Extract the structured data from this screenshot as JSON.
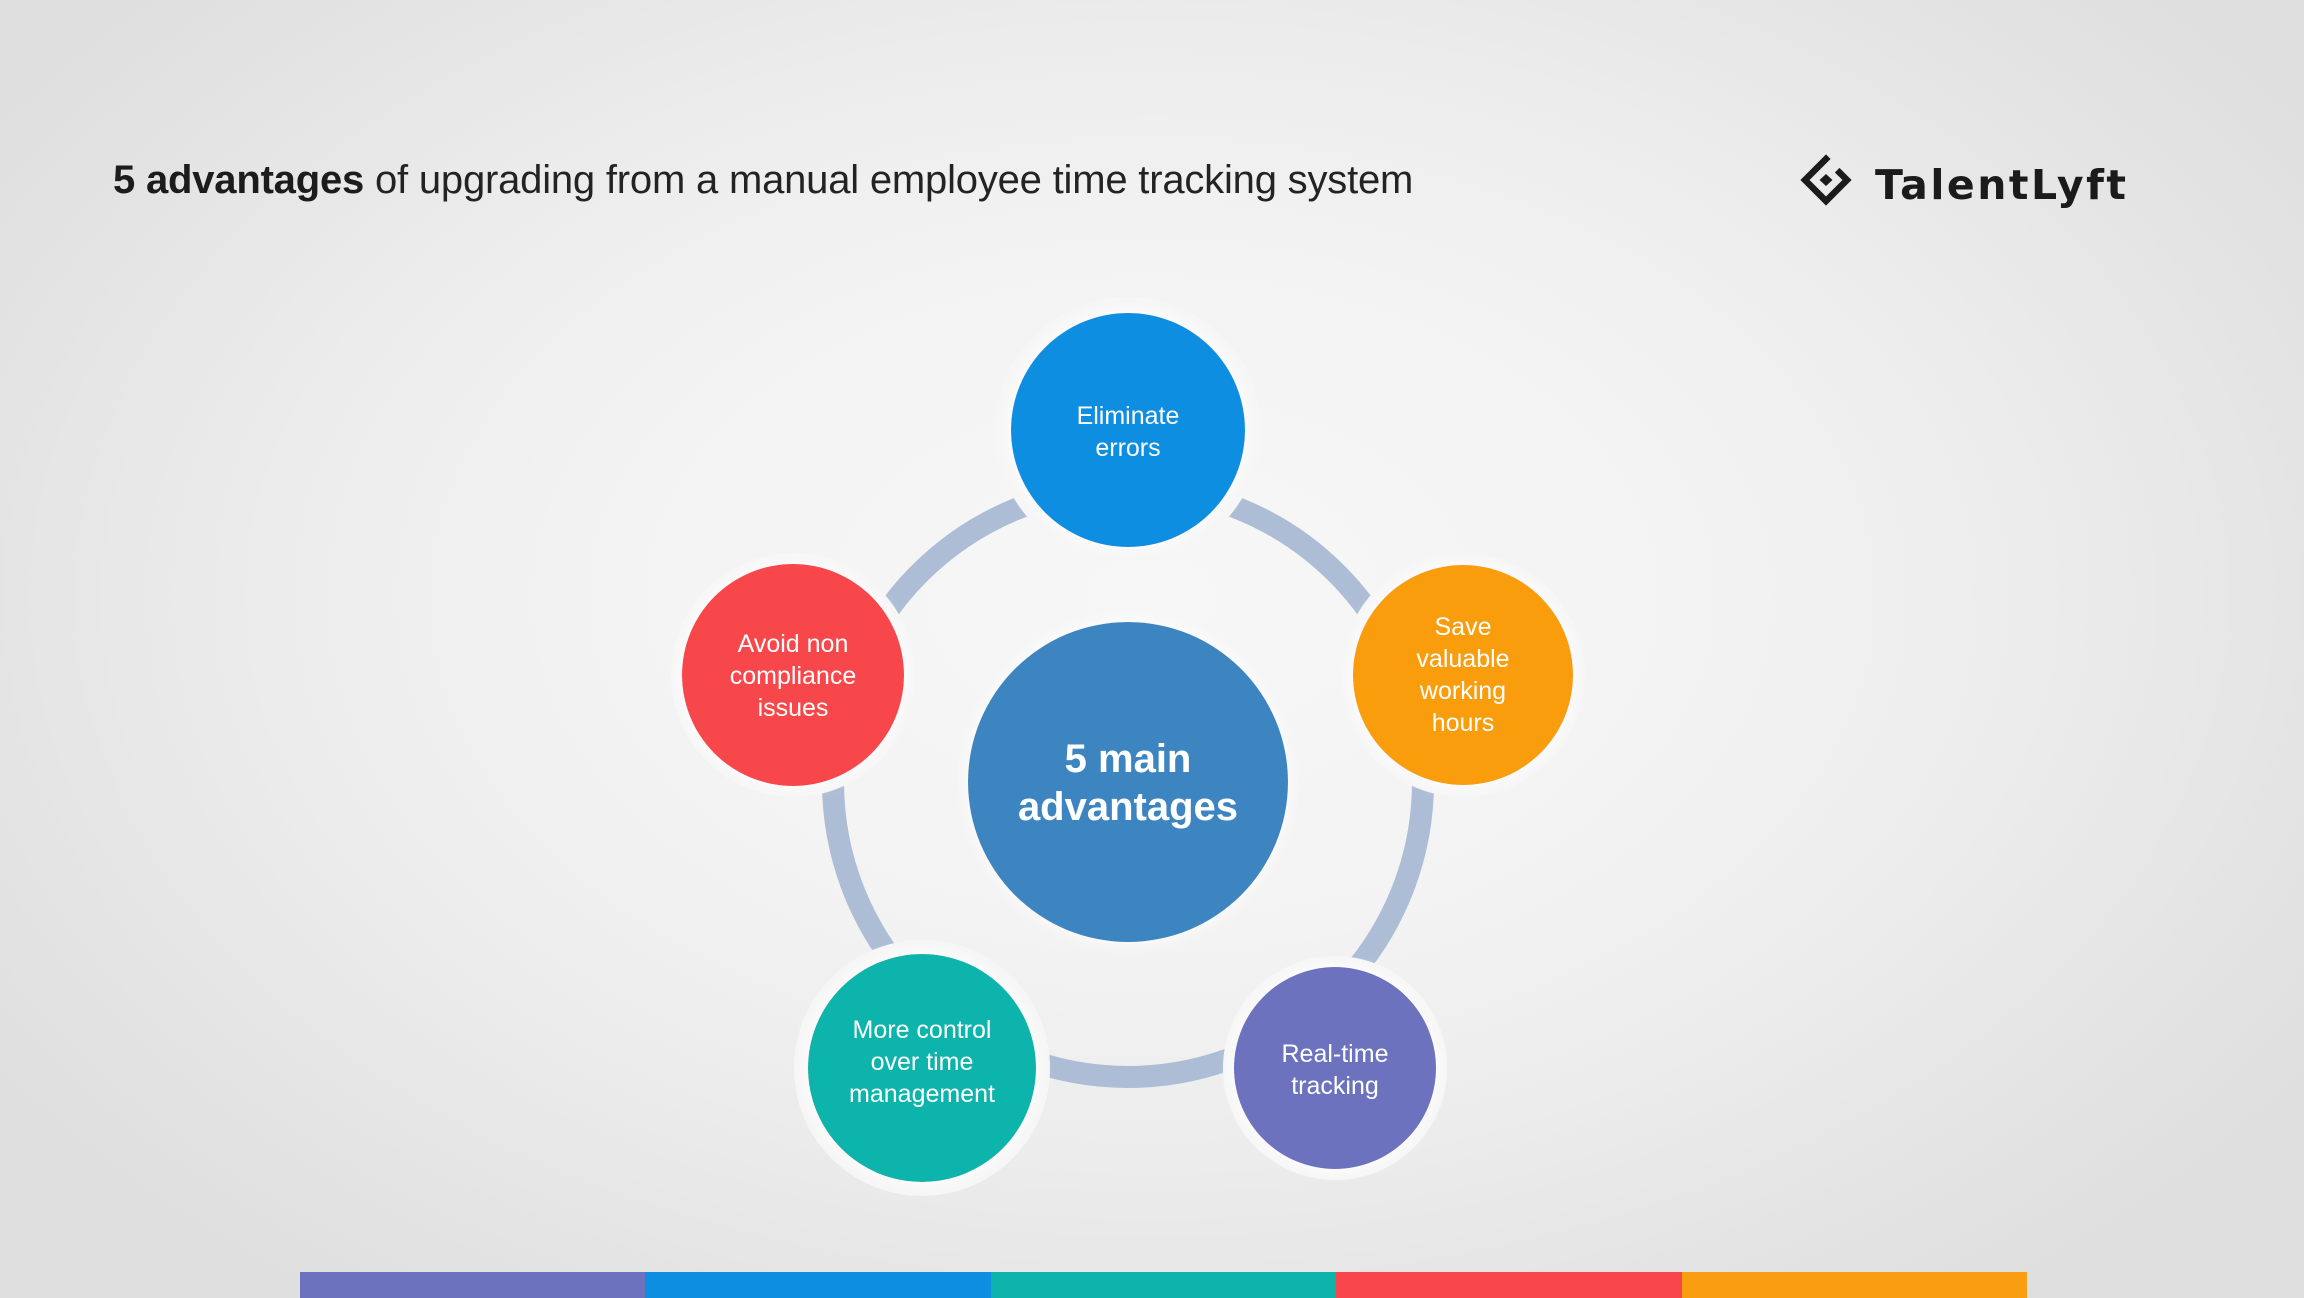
{
  "header": {
    "title_strong": "5 advantages",
    "title_rest": " of upgrading from a manual employee time tracking system",
    "logo": {
      "icon": "diamond-logo-icon",
      "wordmark": "TalentLyft"
    }
  },
  "diagram": {
    "type": "cycle-circle-diagram",
    "ring_color": "#adbdd6",
    "center": {
      "line1": "5 main",
      "line2": "advantages",
      "color": "#3d85c0"
    },
    "nodes": [
      {
        "id": "eliminate-errors",
        "lines": [
          "Eliminate",
          "errors"
        ],
        "color": "#0d8ee0",
        "position": "top"
      },
      {
        "id": "save-valuable-working-hours",
        "lines": [
          "Save",
          "valuable",
          "working",
          "hours"
        ],
        "color": "#f99d11",
        "position": "right"
      },
      {
        "id": "real-time-tracking",
        "lines": [
          "Real-time",
          "tracking"
        ],
        "color": "#6c72bd",
        "position": "bottom-right"
      },
      {
        "id": "more-control-over-time-management",
        "lines": [
          "More control",
          "over time",
          "management"
        ],
        "color": "#0cb4ac",
        "position": "bottom-left"
      },
      {
        "id": "avoid-non-compliance-issues",
        "lines": [
          "Avoid non",
          "compliance",
          "issues"
        ],
        "color": "#f8464c",
        "position": "left"
      }
    ]
  },
  "footer": {
    "segments": [
      {
        "name": "purple",
        "color": "#6c72bd"
      },
      {
        "name": "blue",
        "color": "#0d8ee0"
      },
      {
        "name": "teal",
        "color": "#0cb4ac"
      },
      {
        "name": "red",
        "color": "#f8464c"
      },
      {
        "name": "orange",
        "color": "#f99d11"
      }
    ]
  }
}
